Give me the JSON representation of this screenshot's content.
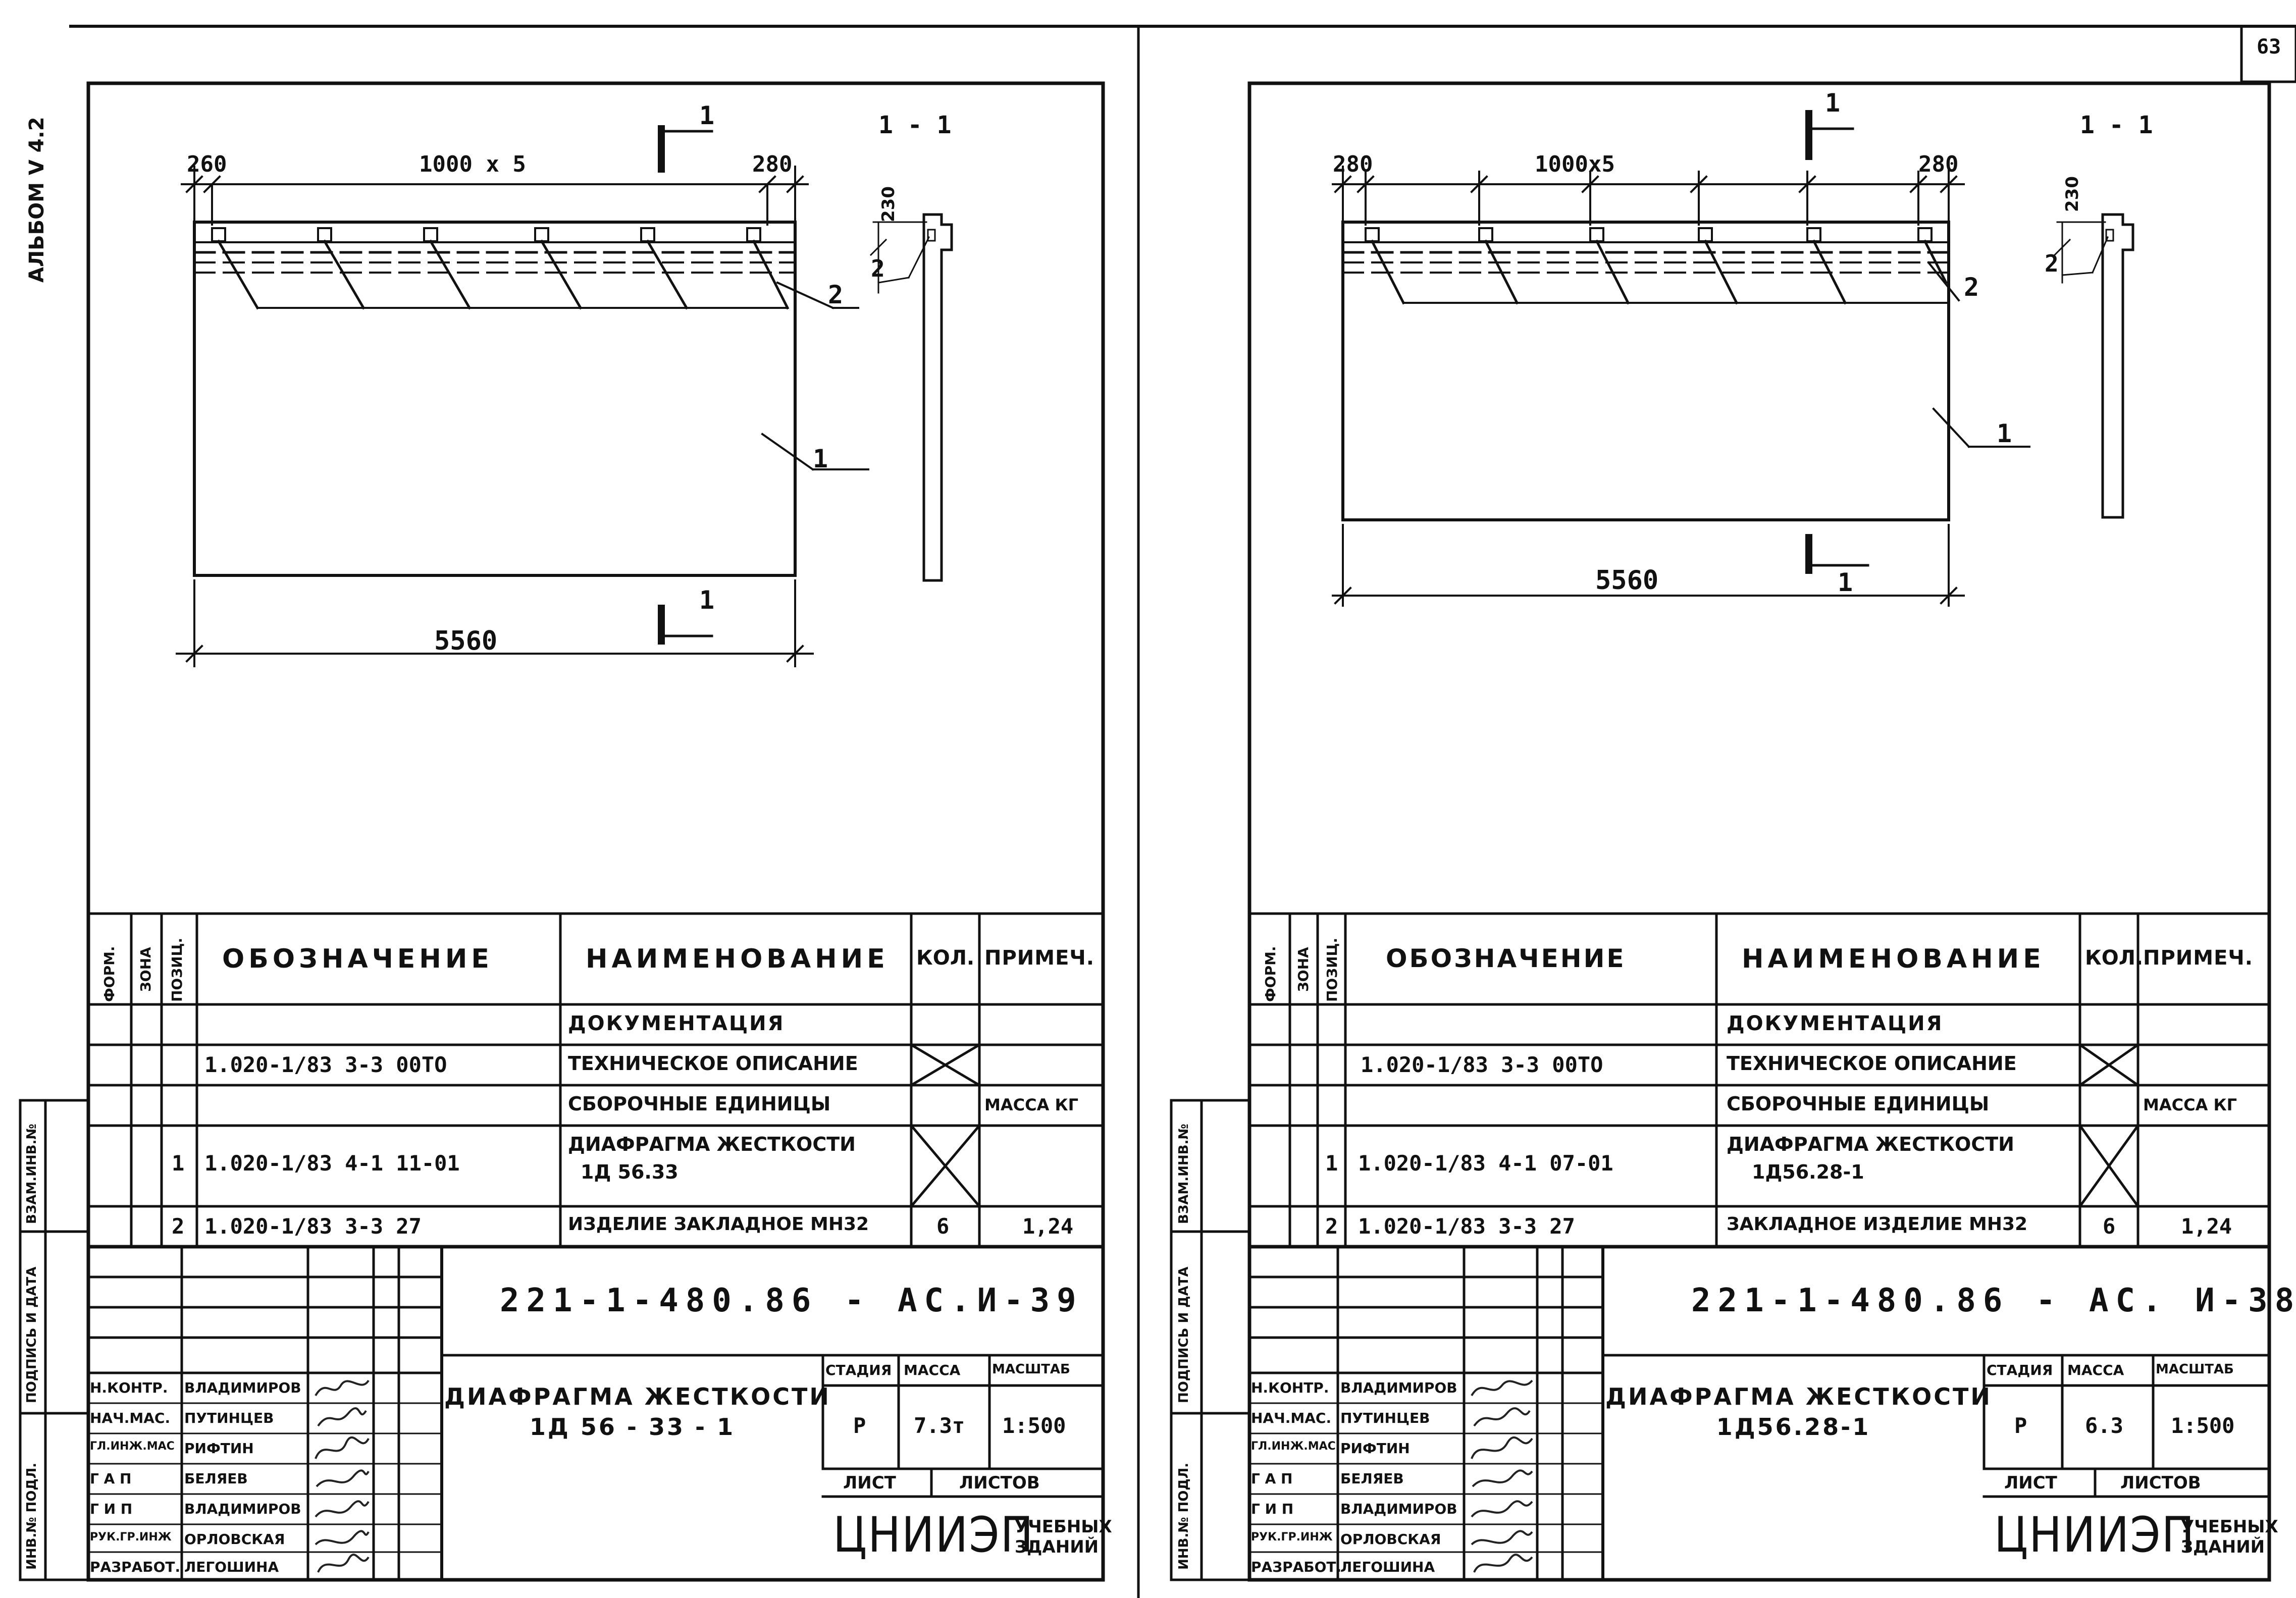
{
  "page_number": "63",
  "album_label": "АЛЬБОМ V 4.2",
  "side_stamp": [
    "ИНВ.№ ПОДЛ.",
    "ПОДПИСЬ И ДАТА",
    "ВЗАМ.ИНВ.№"
  ],
  "table_headers": {
    "form": "ФОРМ.",
    "zone": "ЗОНА",
    "pos": "ПОЗИЦ.",
    "designation": "ОБОЗНАЧЕНИЕ",
    "name": "НАИМЕНОВАНИЕ",
    "qty": "КОЛ.",
    "note": "ПРИМЕЧ."
  },
  "stamp_labels": {
    "stage": "СТАДИЯ",
    "mass": "МАССА",
    "scale": "МАСШТАБ",
    "sheet": "ЛИСТ",
    "sheets": "ЛИСТОВ",
    "org_main": "ЦНИИЭП",
    "org_sub1": "УЧЕБНЫХ",
    "org_sub2": "ЗДАНИЙ"
  },
  "staff": [
    {
      "role": "Н.КОНТР.",
      "name": "ВЛАДИМИРОВ"
    },
    {
      "role": "НАЧ.МАС.",
      "name": "ПУТИНЦЕВ"
    },
    {
      "role": "ГЛ.ИНЖ.МАС",
      "name": "РИФТИН"
    },
    {
      "role": "Г А П",
      "name": "БЕЛЯЕВ"
    },
    {
      "role": "Г И П",
      "name": "ВЛАДИМИРОВ"
    },
    {
      "role": "РУК.ГР.ИНЖ",
      "name": "ОРЛОВСКАЯ"
    },
    {
      "role": "РАЗРАБОТ.",
      "name": "ЛЕГОШИНА"
    }
  ],
  "left_sheet": {
    "dims": {
      "end_left": "260",
      "modules": "1000 x 5",
      "end_right": "280",
      "total": "5560",
      "height": "230"
    },
    "section_mark": "1",
    "section_view": "1 - 1",
    "pos_labels": [
      "1",
      "2",
      "2"
    ],
    "rows": [
      {
        "pos": "",
        "designation": "",
        "name": "ДОКУМЕНТАЦИЯ",
        "qty": "",
        "note": ""
      },
      {
        "pos": "",
        "designation": "1.020-1/83   3-3   00ТО",
        "name": "ТЕХНИЧЕСКОЕ ОПИСАНИЕ",
        "qty": "",
        "note": ""
      },
      {
        "pos": "",
        "designation": "",
        "name": "СБОРОЧНЫЕ ЕДИНИЦЫ",
        "qty": "",
        "note": "МАССА КГ"
      },
      {
        "pos": "1",
        "designation": "1.020-1/83  4-1     11-01",
        "name": "ДИАФРАГМА ЖЕСТКОСТИ",
        "name2": "1Д 56.33",
        "qty": "",
        "note": ""
      },
      {
        "pos": "2",
        "designation": "1.020-1/83  3-3      27",
        "name": "ИЗДЕЛИЕ ЗАКЛАДНОЕ МН32",
        "qty": "6",
        "note": "1,24"
      }
    ],
    "code": "221-1-480.86 - АС.И-39",
    "title_line1": "ДИАФРАГМА  ЖЕСТКОСТИ",
    "title_line2": "1Д 56 - 33 - 1",
    "stage": "Р",
    "mass": "7.3т",
    "scale": "1:500"
  },
  "right_sheet": {
    "dims": {
      "end_left": "280",
      "modules": "1000x5",
      "end_right": "280",
      "total": "5560",
      "height": "230"
    },
    "section_mark": "1",
    "section_view": "1 - 1",
    "pos_labels": [
      "1",
      "2",
      "2"
    ],
    "rows": [
      {
        "pos": "",
        "designation": "",
        "name": "ДОКУМЕНТАЦИЯ",
        "qty": "",
        "note": ""
      },
      {
        "pos": "",
        "designation": "1.020-1/83  3-3   00ТО",
        "name": "ТЕХНИЧЕСКОЕ ОПИСАНИЕ",
        "qty": "",
        "note": ""
      },
      {
        "pos": "",
        "designation": "",
        "name": "СБОРОЧНЫЕ ЕДИНИЦЫ",
        "qty": "",
        "note": "МАССА КГ"
      },
      {
        "pos": "1",
        "designation": "1.020-1/83  4-1    07-01",
        "name": "ДИАФРАГМА ЖЕСТКОСТИ",
        "name2": "1Д56.28-1",
        "qty": "",
        "note": ""
      },
      {
        "pos": "2",
        "designation": "1.020-1/83  3-3     27",
        "name": "ЗАКЛАДНОЕ ИЗДЕЛИЕ МН32",
        "qty": "6",
        "note": "1,24"
      }
    ],
    "code": "221-1-480.86 - АС. И-38",
    "title_line1": "ДИАФРАГМА  ЖЕСТКОСТИ",
    "title_line2": "1Д56.28-1",
    "stage": "Р",
    "mass": "6.3",
    "scale": "1:500"
  }
}
